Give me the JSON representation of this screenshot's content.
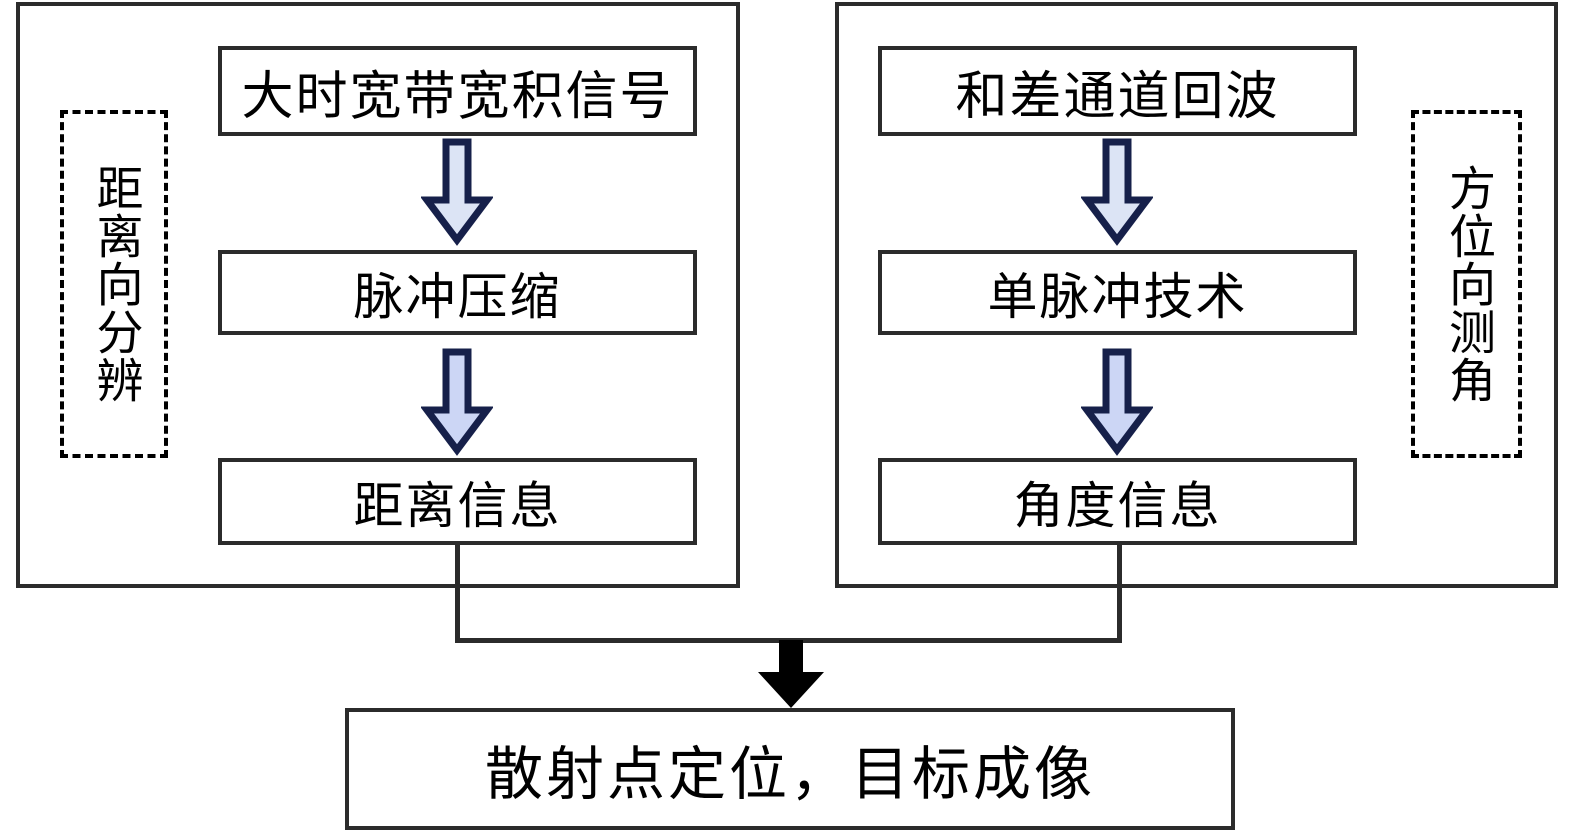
{
  "diagram": {
    "title_present": false,
    "groups": [
      {
        "id": "range-group",
        "dashed_label": "距离向分辨",
        "nodes": [
          {
            "id": "range-n1",
            "label": "大时宽带宽积信号"
          },
          {
            "id": "range-n2",
            "label": "脉冲压缩"
          },
          {
            "id": "range-n3",
            "label": "距离信息"
          }
        ],
        "arrows": [
          {
            "id": "range-a1",
            "kind": "block-arrow-down",
            "fill": "#dce4f5",
            "stroke": "#16204a"
          },
          {
            "id": "range-a2",
            "kind": "block-arrow-down",
            "fill": "#ccd6f5",
            "stroke": "#16204a"
          }
        ]
      },
      {
        "id": "azimuth-group",
        "dashed_label": "方位向测角",
        "nodes": [
          {
            "id": "azimuth-n1",
            "label": "和差通道回波"
          },
          {
            "id": "azimuth-n2",
            "label": "单脉冲技术"
          },
          {
            "id": "azimuth-n3",
            "label": "角度信息"
          }
        ],
        "arrows": [
          {
            "id": "azimuth-a1",
            "kind": "block-arrow-down",
            "fill": "#dce4f5",
            "stroke": "#16204a"
          },
          {
            "id": "azimuth-a2",
            "kind": "block-arrow-down",
            "fill": "#ccd6f5",
            "stroke": "#16204a"
          }
        ]
      }
    ],
    "merge": {
      "arrow_kind": "block-arrow-down",
      "arrow_fill": "#000000"
    },
    "final_node": {
      "id": "final-node",
      "label": "散射点定位，目标成像"
    },
    "colors": {
      "box_stroke": "#2b2b2b",
      "dashed_stroke": "#000000",
      "arrow_fill_light": "#dce4f5",
      "arrow_fill_mid": "#ccd6f5",
      "arrow_stroke": "#16204a",
      "merge_arrow": "#000000",
      "text": "#000000",
      "background": "#ffffff"
    }
  }
}
